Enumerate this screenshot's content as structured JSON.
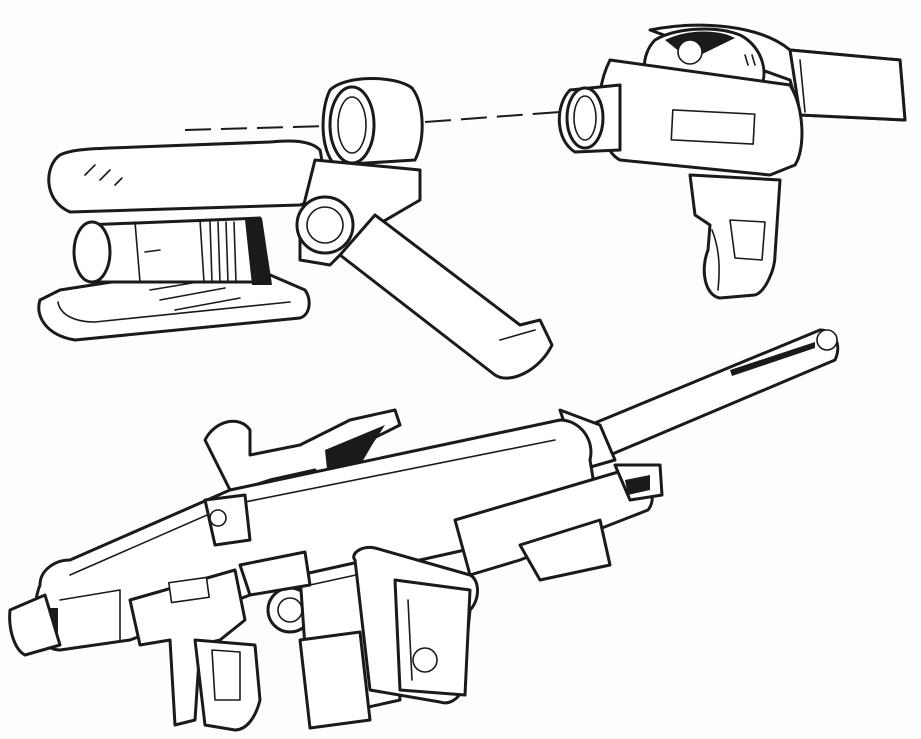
{
  "illustration": {
    "parts": [
      {
        "name": "stock-part",
        "icon": "stock-icon"
      },
      {
        "name": "grip-part",
        "icon": "grip-icon"
      },
      {
        "name": "rifle-assembled",
        "icon": "rifle-icon"
      }
    ],
    "colors": {
      "ink": "#1a1a1a",
      "paper": "#fdfdfb"
    }
  }
}
